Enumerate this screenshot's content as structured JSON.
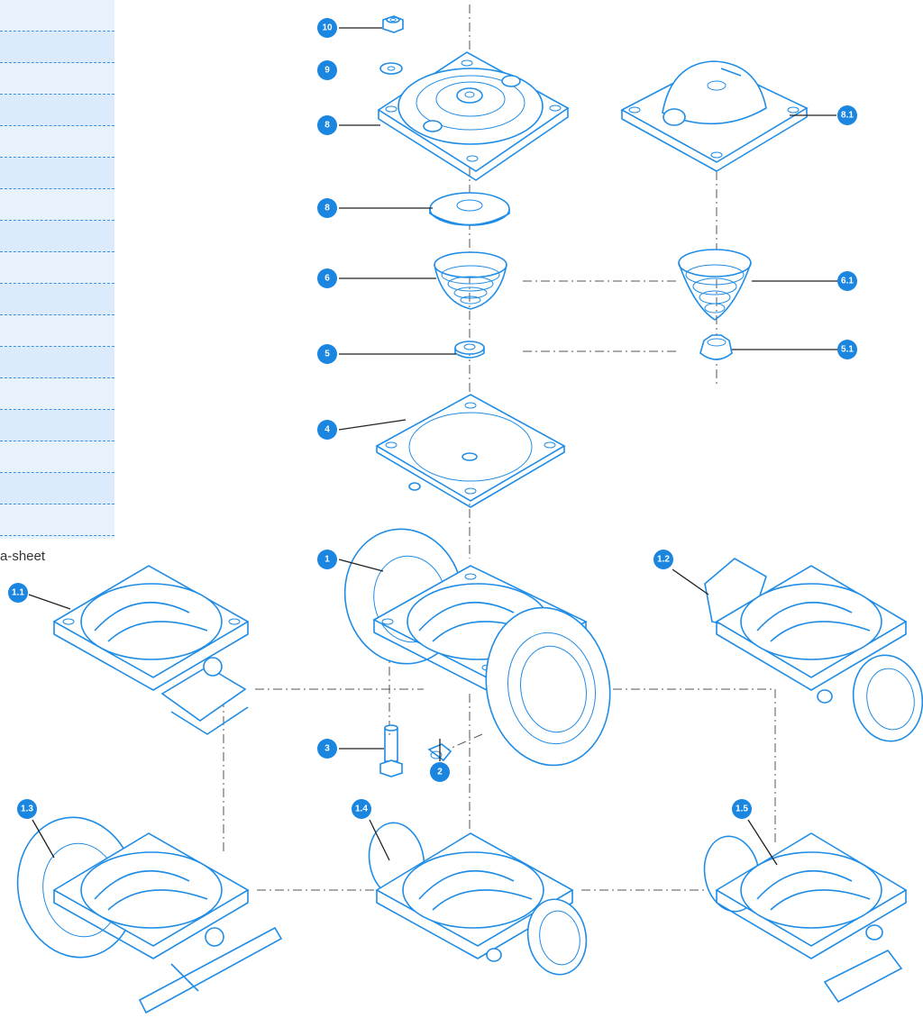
{
  "table": {
    "rows": 17
  },
  "caption": "a-sheet",
  "labels": [
    {
      "id": "10",
      "text": "10"
    },
    {
      "id": "9",
      "text": "9"
    },
    {
      "id": "8a",
      "text": "8"
    },
    {
      "id": "8b",
      "text": "8"
    },
    {
      "id": "6",
      "text": "6"
    },
    {
      "id": "5",
      "text": "5"
    },
    {
      "id": "4",
      "text": "4"
    },
    {
      "id": "1",
      "text": "1"
    },
    {
      "id": "3",
      "text": "3"
    },
    {
      "id": "2",
      "text": "2"
    },
    {
      "id": "8.1",
      "text": "8.1"
    },
    {
      "id": "6.1",
      "text": "6.1"
    },
    {
      "id": "5.1",
      "text": "5.1"
    },
    {
      "id": "1.1",
      "text": "1.1"
    },
    {
      "id": "1.2",
      "text": "1.2"
    },
    {
      "id": "1.3",
      "text": "1.3"
    },
    {
      "id": "1.4",
      "text": "1.4"
    },
    {
      "id": "1.5",
      "text": "1.5"
    }
  ],
  "colors": {
    "line": "#1f8ce6",
    "badge": "#1a86e0",
    "panel": "#e8f2fd"
  }
}
